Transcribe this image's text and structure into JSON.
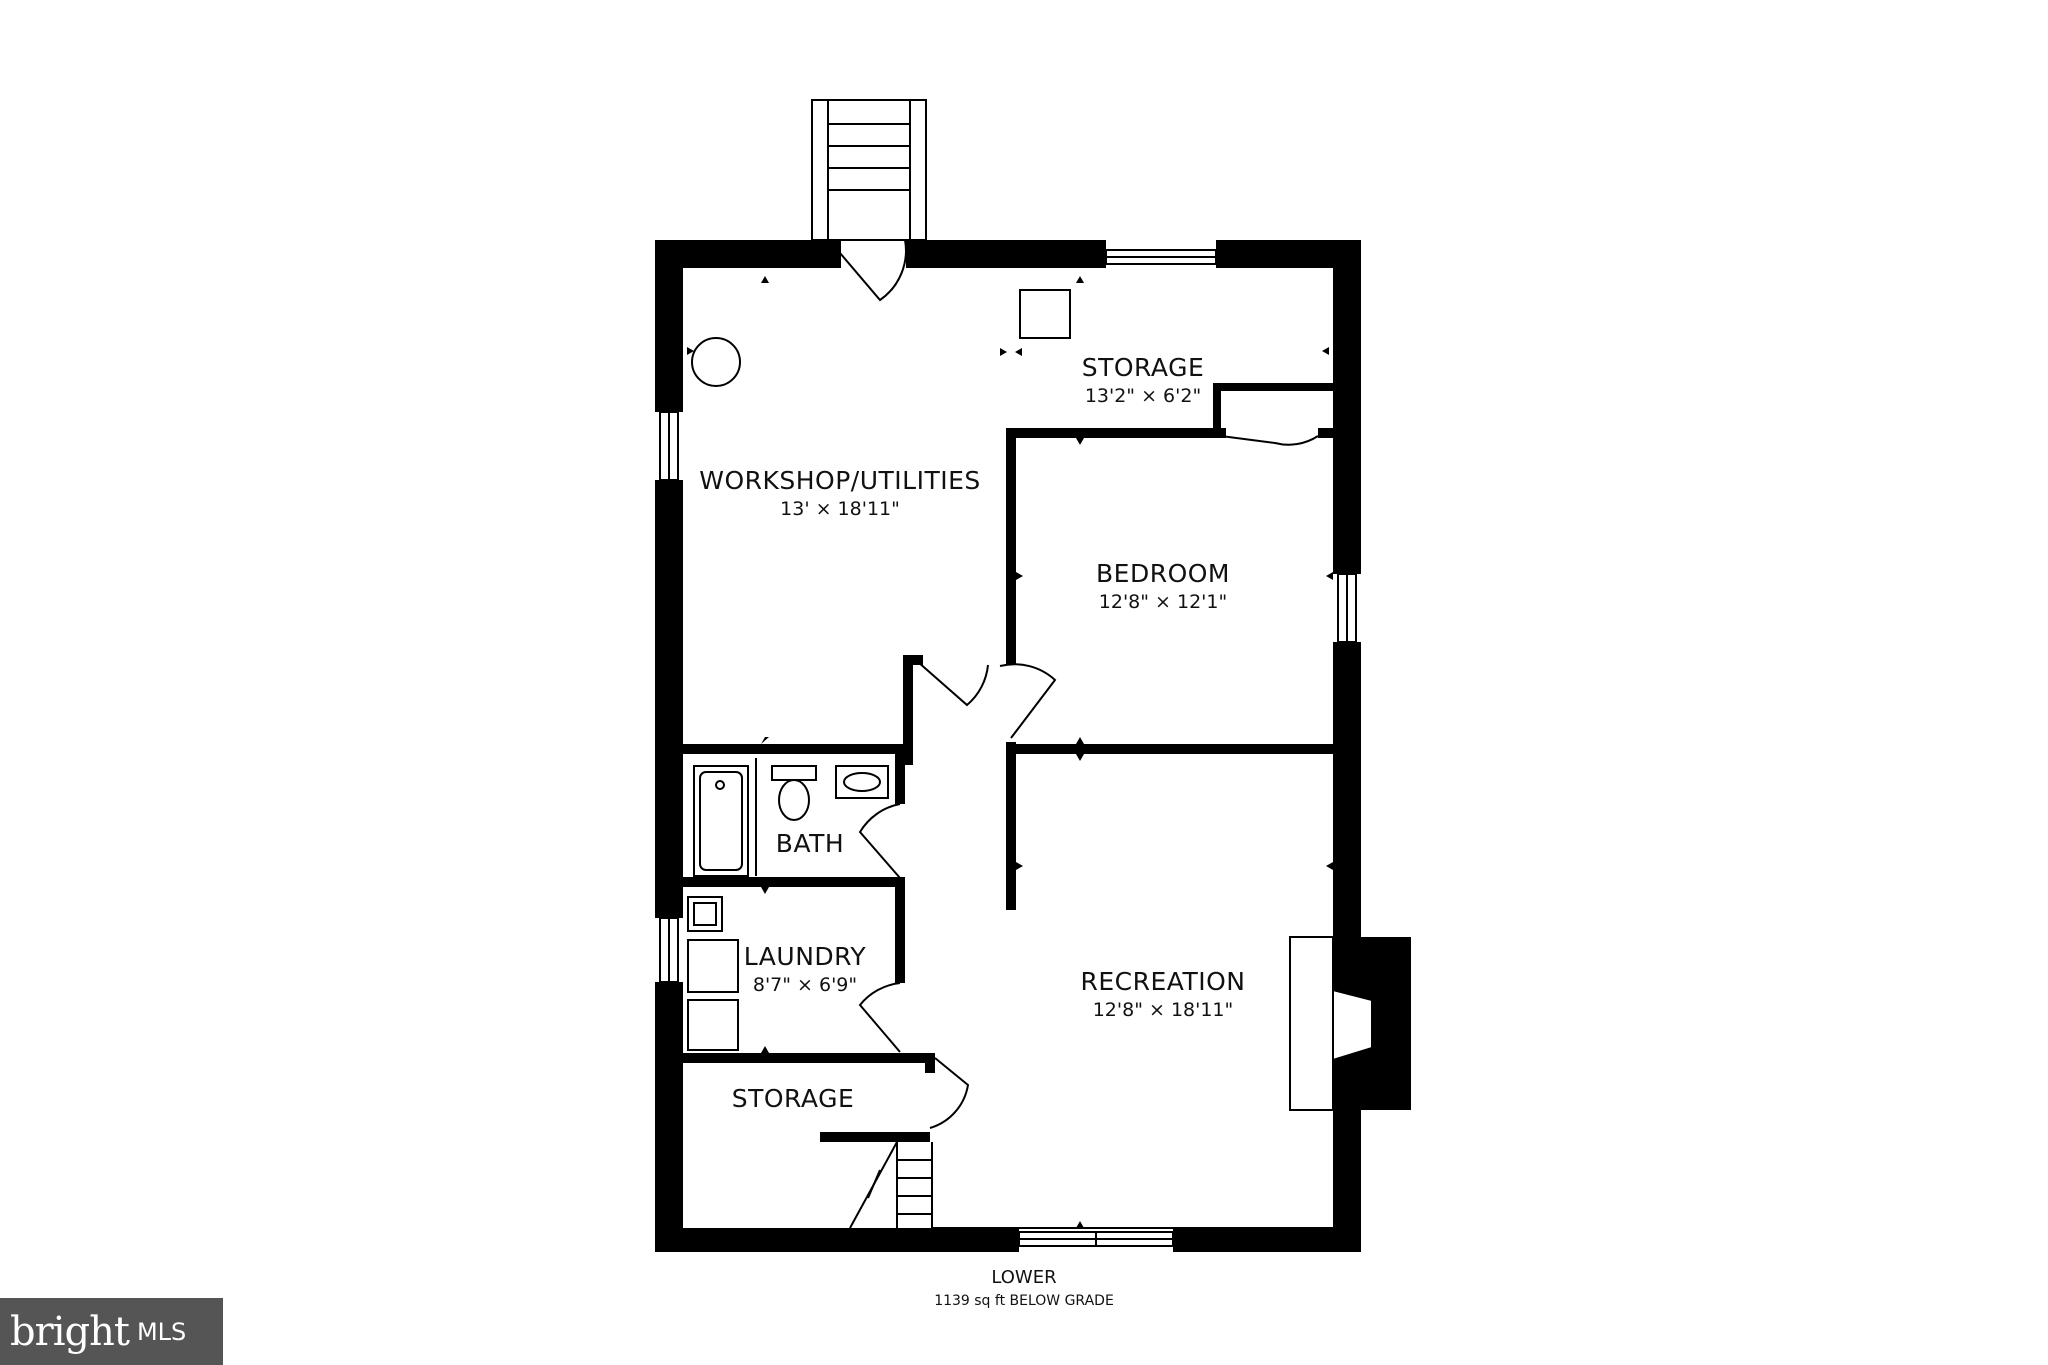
{
  "rooms": {
    "storage_top": {
      "name": "STORAGE",
      "dims": "13'2\" × 6'2\""
    },
    "workshop": {
      "name": "WORKSHOP/UTILITIES",
      "dims": "13' × 18'11\""
    },
    "bedroom": {
      "name": "BEDROOM",
      "dims": "12'8\" × 12'1\""
    },
    "bath": {
      "name": "BATH"
    },
    "laundry": {
      "name": "LAUNDRY",
      "dims": "8'7\" × 6'9\""
    },
    "recreation": {
      "name": "RECREATION",
      "dims": "12'8\" × 18'11\""
    },
    "storage_bottom": {
      "name": "STORAGE"
    }
  },
  "caption": {
    "level": "LOWER",
    "area": "1139 sq ft BELOW GRADE"
  },
  "logo": {
    "brand": "bright",
    "suffix": "MLS"
  }
}
